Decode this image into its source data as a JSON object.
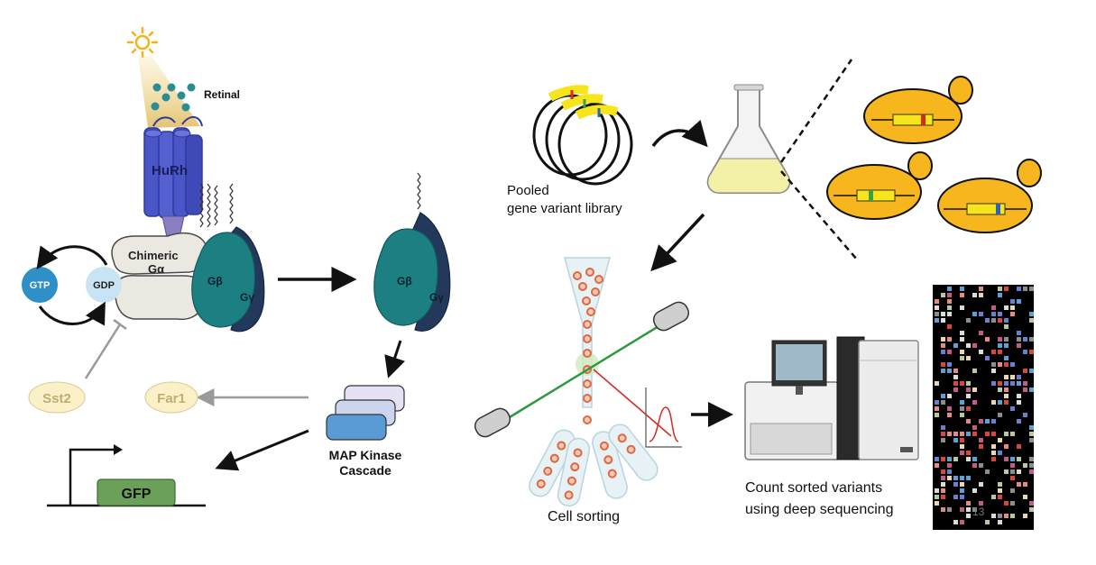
{
  "labels": {
    "retinal": "Retinal",
    "receptor": "HuRh",
    "galpha_line1": "Chimeric",
    "galpha_line2": "Gα",
    "gbeta": "Gβ",
    "ggamma": "Gγ",
    "gbeta_free": "Gβ",
    "ggamma_free": "Gγ",
    "gtp": "GTP",
    "gdp": "GDP",
    "sst2": "Sst2",
    "far1": "Far1",
    "gfp": "GFP",
    "mapk_line1": "MAP Kinase",
    "mapk_line2": "Cascade",
    "pooled_line1": "Pooled",
    "pooled_line2": "gene variant library",
    "cell_sorting": "Cell sorting",
    "count_line1": "Count sorted variants",
    "count_line2": "using deep sequencing",
    "heatmap_mark": "13"
  },
  "colors": {
    "receptor_blue": "#4a55c8",
    "gbeta_teal": "#1c7f82",
    "ggamma_navy": "#23395b",
    "galpha_gray": "#ebe8e2",
    "gtp_blue": "#2f8fc7",
    "gdp_lightblue": "#c8e3f4",
    "inhibitor_yellow": "#fbf0c8",
    "gfp_green": "#6aa05a",
    "yeast_orange": "#f7b51e",
    "marker_red": "#d22b1f",
    "marker_green": "#3ea043",
    "marker_blue": "#2d63b8",
    "laser_green": "#2c9b3e",
    "heatmap_bg": "#000000"
  },
  "icons": [
    "sun-icon",
    "flask-icon",
    "flow-cytometer-nozzle-icon",
    "laser-icon",
    "sequencer-machine-icon",
    "plasmid-ring-icon",
    "yeast-cell-icon"
  ]
}
